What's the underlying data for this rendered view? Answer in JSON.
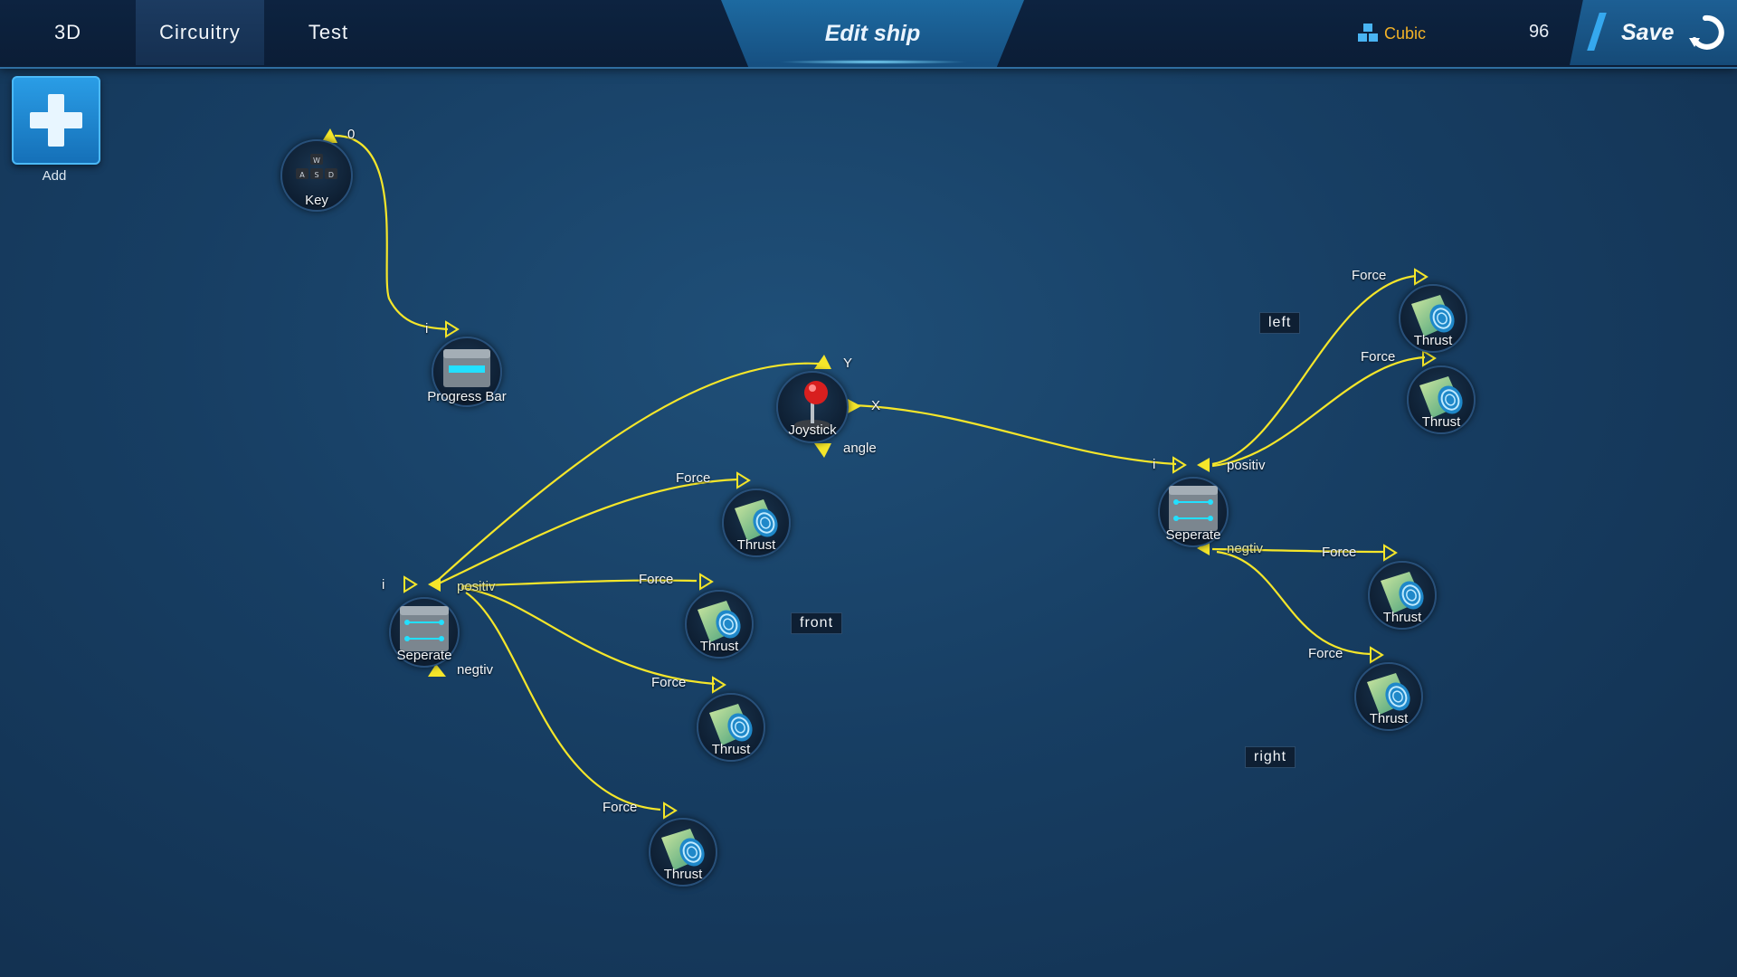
{
  "topbar": {
    "tabs": [
      {
        "label": "3D"
      },
      {
        "label": "Circuitry"
      },
      {
        "label": "Test"
      }
    ],
    "title": "Edit ship",
    "currency": {
      "label": "Cubic",
      "icon": "cubes-icon",
      "color": "#f3b227"
    },
    "count": "96",
    "save_label": "Save"
  },
  "toolbar": {
    "add_label": "Add"
  },
  "colors": {
    "wire": "#f5e62a",
    "accent": "#35a8ef"
  },
  "nodes": {
    "key": {
      "label": "Key",
      "port": "0",
      "keys": [
        "W",
        "A",
        "S",
        "D"
      ]
    },
    "progress_bar": {
      "label": "Progress Bar",
      "port": "i"
    },
    "joystick": {
      "label": "Joystick",
      "ports": {
        "y": "Y",
        "x": "X",
        "angle": "angle"
      }
    },
    "separate_left": {
      "label": "Seperate",
      "ports": {
        "in": "i",
        "positive": "positiv",
        "negative": "negtiv"
      }
    },
    "separate_right": {
      "label": "Seperate",
      "ports": {
        "in": "i",
        "positive": "positiv",
        "negative": "negtiv"
      }
    },
    "thrust_label": "Thrust",
    "force_label": "Force"
  },
  "tags": {
    "left": "left",
    "front": "front",
    "right": "right"
  }
}
